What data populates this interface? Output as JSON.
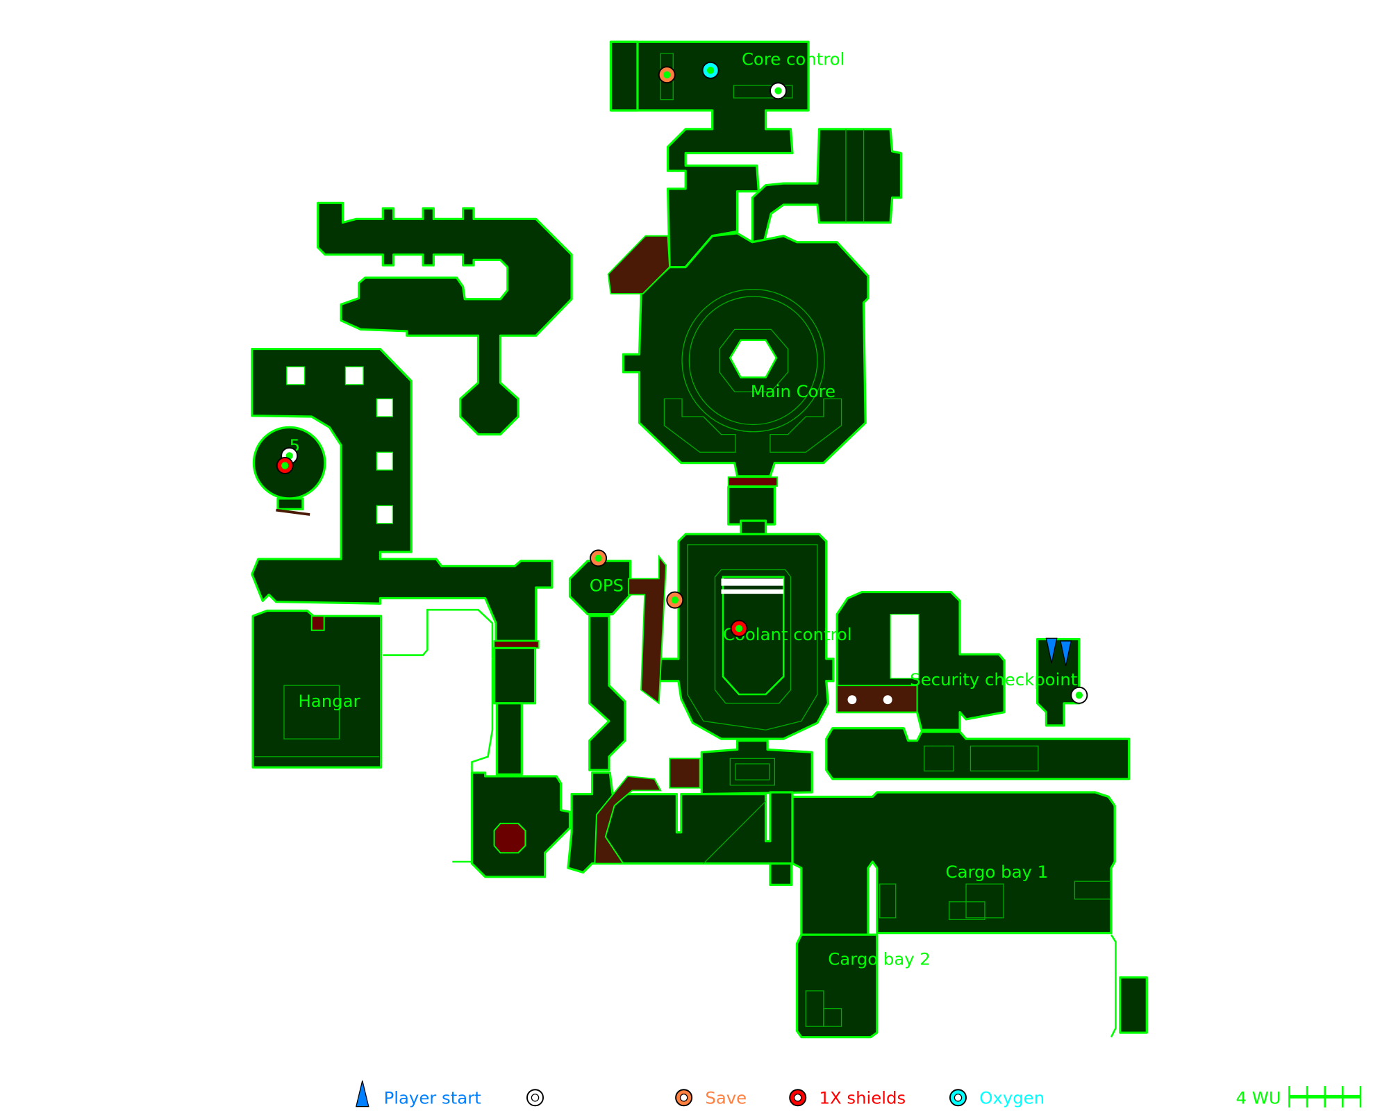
{
  "map": {
    "labels": {
      "core_control": "Core control",
      "main_core": "Main Core",
      "ops": "OPS",
      "coolant_control": "Coolant control",
      "hangar": "Hangar",
      "security_checkpoint": "Security checkpoint",
      "cargo_bay_1": "Cargo bay 1",
      "cargo_bay_2": "Cargo bay 2",
      "room_number": "5"
    }
  },
  "legend": {
    "player_start": "Player start",
    "save": "Save",
    "shields": "1X shields",
    "oxygen": "Oxygen",
    "scale": "4 WU"
  },
  "colors": {
    "floor": "#003300",
    "wall": "#00ff00",
    "player_start": "#0080ff",
    "save": "#ff8040",
    "shields": "#ff0000",
    "oxygen": "#00ffff",
    "hazard": "#4a1a06"
  }
}
